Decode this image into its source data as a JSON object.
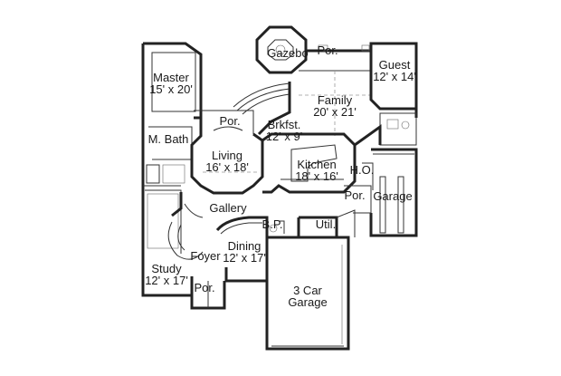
{
  "rooms": [
    {
      "id": "gazebo",
      "name": "Gazebo",
      "size": ""
    },
    {
      "id": "por-gazebo",
      "name": "Por.",
      "size": ""
    },
    {
      "id": "guest",
      "name": "Guest",
      "size": "12' x 14'"
    },
    {
      "id": "master",
      "name": "Master",
      "size": "15' x 20'"
    },
    {
      "id": "family",
      "name": "Family",
      "size": "20' x 21'"
    },
    {
      "id": "por-master",
      "name": "Por.",
      "size": ""
    },
    {
      "id": "brkfst",
      "name": "Brkfst.",
      "size": "12' x 9'"
    },
    {
      "id": "m-bath",
      "name": "M. Bath",
      "size": ""
    },
    {
      "id": "living",
      "name": "Living",
      "size": "16' x 18'"
    },
    {
      "id": "kitchen",
      "name": "Kitchen",
      "size": "18' x 16'"
    },
    {
      "id": "ho",
      "name": "H.O.",
      "size": ""
    },
    {
      "id": "por-garage",
      "name": "Por.",
      "size": ""
    },
    {
      "id": "garage",
      "name": "Garage",
      "size": ""
    },
    {
      "id": "gallery",
      "name": "Gallery",
      "size": ""
    },
    {
      "id": "bp",
      "name": "B.P.",
      "size": ""
    },
    {
      "id": "util",
      "name": "Util.",
      "size": ""
    },
    {
      "id": "dining",
      "name": "Dining",
      "size": "12' x 17'"
    },
    {
      "id": "foyer",
      "name": "Foyer",
      "size": ""
    },
    {
      "id": "study",
      "name": "Study",
      "size": "12' x 17'"
    },
    {
      "id": "por-entry",
      "name": "Por.",
      "size": ""
    },
    {
      "id": "garage3",
      "name": "3 Car",
      "size": "Garage"
    }
  ]
}
